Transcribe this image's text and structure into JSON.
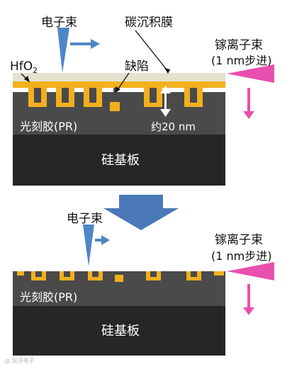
{
  "top_panel": {
    "electron_beam_label": "电子束",
    "carbon_film_label": "碳沉积膜",
    "hfo2_label_main": "HfO",
    "hfo2_label_sub": "2",
    "defect_label": "缺陷",
    "ion_beam_label_line1": "镓离子束",
    "ion_beam_label_line2": "(1 nm步进)",
    "thickness_label": "约20 nm",
    "photoresist_label": "光刻胶(PR)",
    "substrate_label": "硅基板"
  },
  "bottom_panel": {
    "electron_beam_label": "电子束",
    "ion_beam_label_line1": "镓离子束",
    "ion_beam_label_line2": "(1 nm步进)",
    "photoresist_label": "光刻胶(PR)",
    "substrate_label": "硅基板"
  },
  "watermark": "@ 贸泽电子",
  "colors": {
    "hfo2": "#F2B01E",
    "carbon_film": "#E5E1CF",
    "photoresist": "#4A4A4A",
    "substrate": "#262626",
    "electron_beam": "#4F86C6",
    "ion_beam": "#E84FAE",
    "process_arrow": "#4A78B8"
  }
}
